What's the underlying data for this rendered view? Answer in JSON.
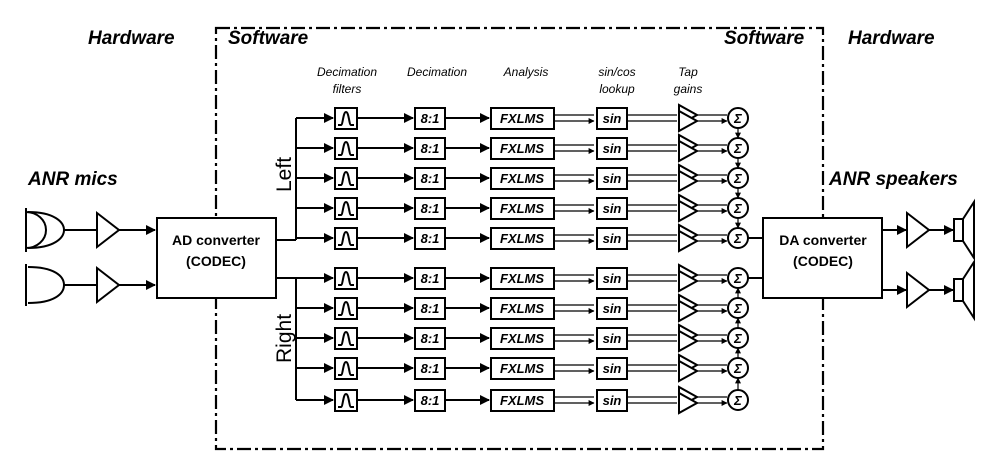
{
  "sections": {
    "hardware_left": "Hardware",
    "software_left": "Software",
    "software_right": "Software",
    "hardware_right": "Hardware"
  },
  "labels": {
    "mics": "ANR mics",
    "speakers": "ANR speakers",
    "left": "Left",
    "right": "Right"
  },
  "converters": {
    "ad": [
      "AD converter",
      "(CODEC)"
    ],
    "da": [
      "DA converter",
      "(CODEC)"
    ]
  },
  "column_headers": {
    "decimation_filters": [
      "Decimation",
      "filters"
    ],
    "decimation": "Decimation",
    "analysis": "Analysis",
    "lookup": [
      "sin/cos",
      "lookup"
    ],
    "tap_gains": [
      "Tap",
      "gains"
    ]
  },
  "blocks": {
    "decimation": "8:1",
    "analysis": "FXLMS",
    "lookup": "sin",
    "sum": "Σ"
  }
}
